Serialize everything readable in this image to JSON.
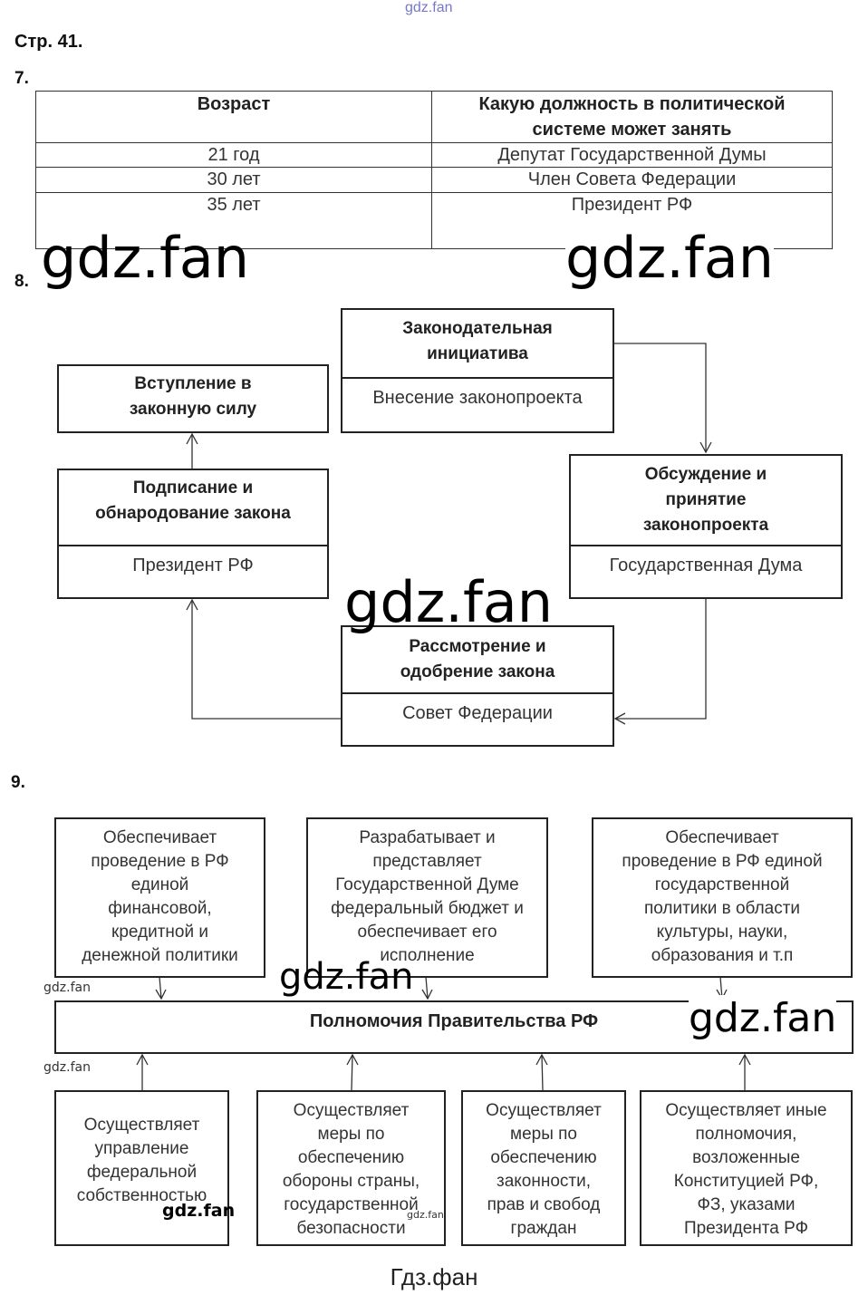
{
  "top_watermark": "gdz.fan",
  "page_label": "Стр. 41.",
  "task7": {
    "number": "7.",
    "headers": [
      "Возраст",
      "Какую должность в политической\nсистеме может занять"
    ],
    "rows": [
      [
        "21 год",
        "Депутат Государственной Думы"
      ],
      [
        "30 лет",
        "Член Совета Федерации"
      ],
      [
        "35 лет",
        "Президент РФ"
      ]
    ]
  },
  "task8": {
    "number": "8.",
    "initiative": {
      "title": "Законодательная\nинициатива",
      "body": "Внесение законопроекта"
    },
    "entry": {
      "title": "Вступление в\nзаконную силу"
    },
    "signing": {
      "title": "Подписание и\nобнародование закона",
      "body": "Президент РФ"
    },
    "discussion": {
      "title": "Обсуждение и\nпринятие\nзаконопроекта",
      "body": "Государственная Дума"
    },
    "review": {
      "title": "Рассмотрение и\nодобрение закона",
      "body": "Совет Федерации"
    }
  },
  "task9": {
    "number": "9.",
    "center": "Полномочия Правительства РФ",
    "top": [
      "Обеспечивает\nпроведение в РФ\nединой\nфинансовой,\nкредитной и\nденежной политики",
      "Разрабатывает и\nпредставляет\nГосударственной Думе\nфедеральный бюджет и\nобеспечивает его\nисполнение",
      "Обеспечивает\nпроведение в РФ единой\nгосударственной\nполитики в области\nкультуры, науки,\nобразования и т.п"
    ],
    "bottom": [
      "Осуществляет\nуправление\nфедеральной\nсобственностью",
      "Осуществляет\nмеры по\nобеспечению\nобороны страны,\nгосударственной\nбезопасности",
      "Осуществляет\nмеры по\nобеспечению\nзаконности,\nправ и свобод\nграждан",
      "Осуществляет иные\nполномочия,\nвозложенные\nКонституцией РФ,\nФЗ, указами\nПрезидента РФ"
    ]
  },
  "watermark": "gdz.fan",
  "footer": "Гдз.фан"
}
